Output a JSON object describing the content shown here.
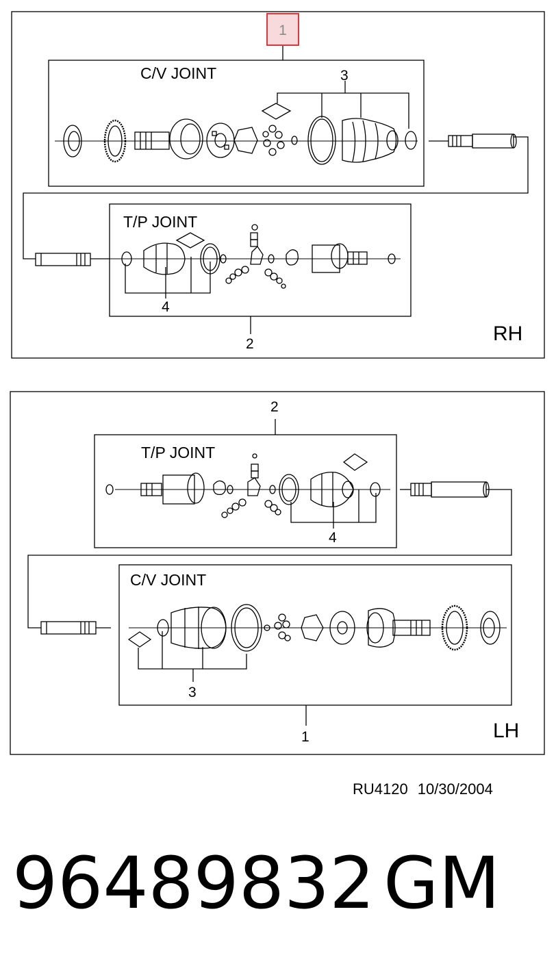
{
  "rh": {
    "side_label": "RH",
    "callout_1": "1",
    "callout_2": "2",
    "callout_3": "3",
    "callout_4": "4",
    "cv_joint_title": "C/V JOINT",
    "tp_joint_title": "T/P JOINT"
  },
  "lh": {
    "side_label": "LH",
    "callout_1": "1",
    "callout_2": "2",
    "callout_3": "3",
    "callout_4": "4",
    "cv_joint_title": "C/V JOINT",
    "tp_joint_title": "T/P JOINT"
  },
  "footer": {
    "ref_code": "RU4120",
    "date": "10/30/2004",
    "part_number": "96489832",
    "brand": "GM"
  },
  "colors": {
    "line": "#000000",
    "highlight_border": "#e0353b",
    "highlight_fill": "#f9dadc"
  }
}
